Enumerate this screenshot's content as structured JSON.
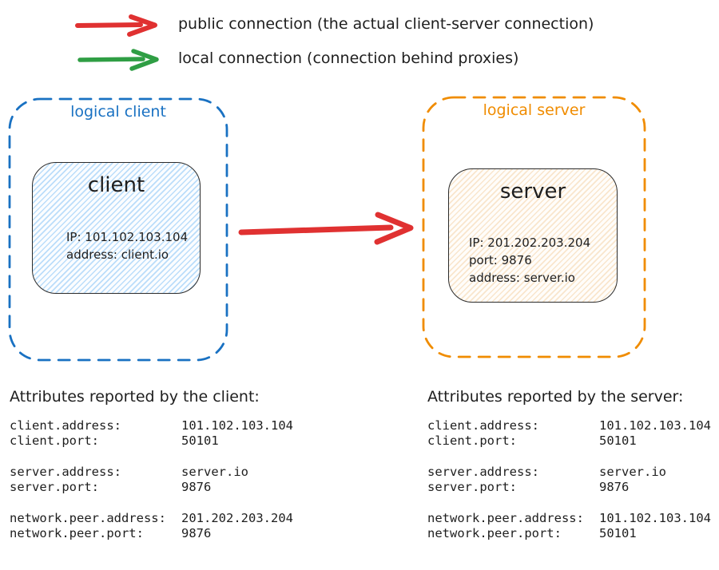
{
  "colors": {
    "public_connection_arrow": "#e03131",
    "local_connection_arrow": "#2f9e44",
    "logical_client_border": "#1971c2",
    "logical_server_border": "#f08c00",
    "client_node_hatch": "#a5d8ff",
    "server_node_hatch": "#f3cea0",
    "text": "#1e1e1e"
  },
  "legend": {
    "items": [
      {
        "label": "public connection (the actual client-server connection)"
      },
      {
        "label": "local connection (connection behind proxies)"
      }
    ]
  },
  "diagram": {
    "logical_client": {
      "label": "logical client",
      "node": {
        "title": "client",
        "lines": [
          "IP: 101.102.103.104",
          "address: client.io"
        ]
      }
    },
    "logical_server": {
      "label": "logical server",
      "node": {
        "title": "server",
        "lines": [
          "IP: 201.202.203.204",
          "port: 9876",
          "address: server.io"
        ]
      }
    }
  },
  "attributes": {
    "client": {
      "heading": "Attributes reported by the client:",
      "groups": [
        {
          "rows": [
            {
              "key": "client.address:",
              "value": "101.102.103.104"
            },
            {
              "key": "client.port:",
              "value": "50101"
            }
          ]
        },
        {
          "rows": [
            {
              "key": "server.address:",
              "value": "server.io"
            },
            {
              "key": "server.port:",
              "value": "9876"
            }
          ]
        },
        {
          "rows": [
            {
              "key": "network.peer.address:",
              "value": "201.202.203.204"
            },
            {
              "key": "network.peer.port:",
              "value": "9876"
            }
          ]
        }
      ]
    },
    "server": {
      "heading": "Attributes reported by the server:",
      "groups": [
        {
          "rows": [
            {
              "key": "client.address:",
              "value": "101.102.103.104"
            },
            {
              "key": "client.port:",
              "value": "50101"
            }
          ]
        },
        {
          "rows": [
            {
              "key": "server.address:",
              "value": "server.io"
            },
            {
              "key": "server.port:",
              "value": "9876"
            }
          ]
        },
        {
          "rows": [
            {
              "key": "network.peer.address:",
              "value": "101.102.103.104"
            },
            {
              "key": "network.peer.port:",
              "value": "50101"
            }
          ]
        }
      ]
    }
  }
}
